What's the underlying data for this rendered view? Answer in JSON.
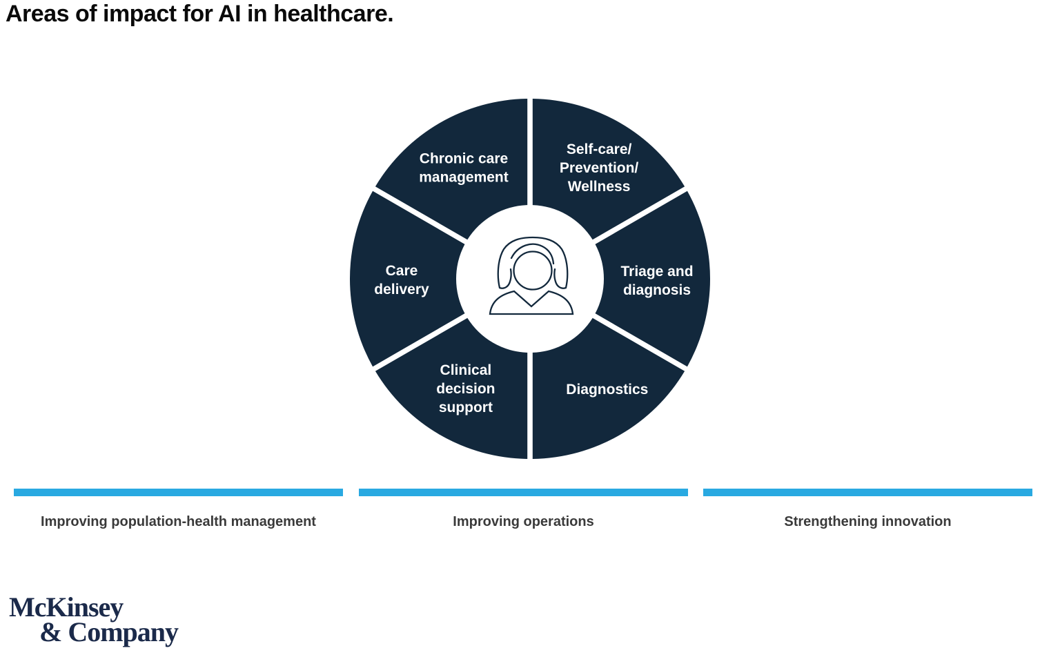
{
  "title": "Areas of impact for AI in healthcare.",
  "colors": {
    "navy": "#12283C",
    "blue": "#29A9E1",
    "wheel_label": "#FFFFFF",
    "bar_label": "#3A3A3A",
    "logo_navy": "#1B2A4A",
    "title_color": "#0A0A0A",
    "background": "#FFFFFF"
  },
  "chart_data": {
    "type": "pie",
    "title": "Areas of impact for AI in healthcare.",
    "categories": [
      "Chronic care management",
      "Self-care/Prevention/Wellness",
      "Triage and diagnosis",
      "Diagnostics",
      "Clinical decision support",
      "Care delivery"
    ],
    "values": [
      1,
      1,
      1,
      1,
      1,
      1
    ],
    "style": "equal six-segment donut wheel, dark navy slices, white divider gaps, white center with person icon",
    "center_icon": "woman-patient-outline",
    "impact_groups": [
      "Improving population-health management",
      "Improving operations",
      "Strengthening innovation"
    ]
  },
  "wheel": {
    "center_icon": "woman-patient-outline",
    "segments": [
      {
        "label": "Chronic care management",
        "lines": [
          "Chronic care",
          "management"
        ],
        "start_angle": 300,
        "label_angle": 329.3,
        "label_radius": 188
      },
      {
        "label": "Self-care/Prevention/Wellness",
        "lines": [
          "Self-care/",
          "Prevention/",
          "Wellness"
        ],
        "start_angle": 0,
        "label_angle": 31.8,
        "label_radius": 190
      },
      {
        "label": "Triage and diagnosis",
        "lines": [
          "Triage and",
          "diagnosis"
        ],
        "start_angle": 60,
        "label_angle": 90.6,
        "label_radius": 184
      },
      {
        "label": "Diagnostics",
        "lines": [
          "Diagnostics"
        ],
        "start_angle": 120,
        "label_angle": 145,
        "label_radius": 195
      },
      {
        "label": "Clinical decision support",
        "lines": [
          "Clinical",
          "decision",
          "support"
        ],
        "start_angle": 180,
        "label_angle": 210.4,
        "label_radius": 184
      },
      {
        "label": "Care delivery",
        "lines": [
          "Care",
          "delivery"
        ],
        "start_angle": 240,
        "label_angle": 269.7,
        "label_radius": 186
      }
    ]
  },
  "impact_bars": [
    {
      "label": "Improving population-health management"
    },
    {
      "label": "Improving operations"
    },
    {
      "label": "Strengthening innovation"
    }
  ],
  "logo": {
    "line1": "McKinsey",
    "line2": "& Company"
  }
}
